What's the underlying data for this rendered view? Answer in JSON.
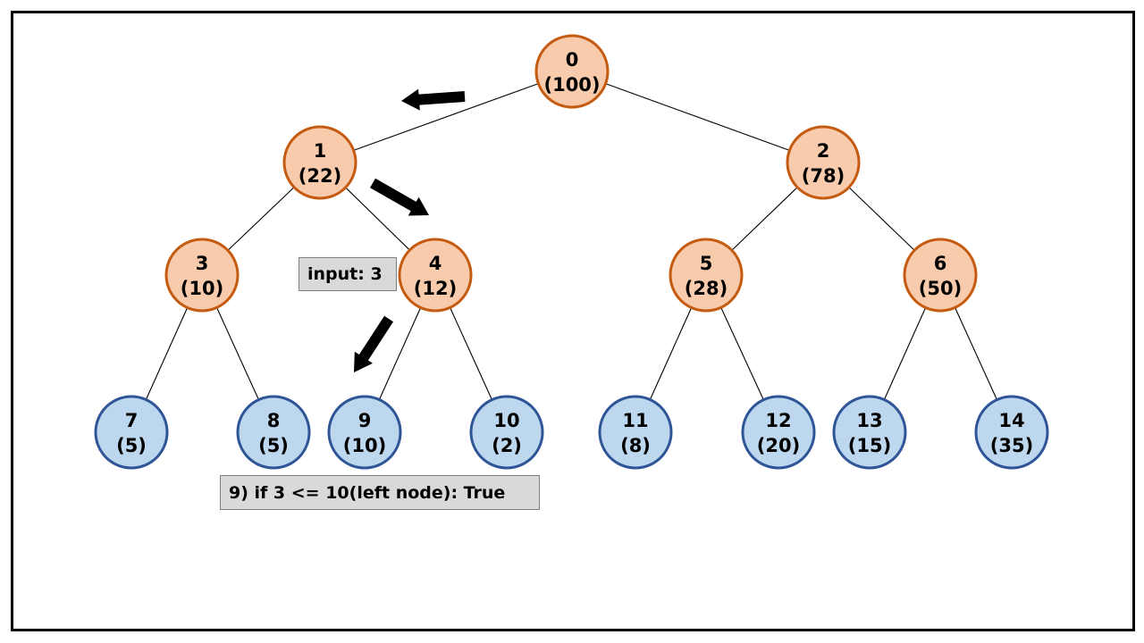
{
  "colors": {
    "internal_fill": "#f8cbad",
    "internal_stroke": "#c55a11",
    "leaf_fill": "#bdd7ee",
    "leaf_stroke": "#2f5597",
    "edge": "#000000",
    "arrow": "#000000",
    "box_fill": "#d9d9d9"
  },
  "nodes": [
    {
      "id": "0",
      "value": "(100)",
      "kind": "internal"
    },
    {
      "id": "1",
      "value": "(22)",
      "kind": "internal"
    },
    {
      "id": "2",
      "value": "(78)",
      "kind": "internal"
    },
    {
      "id": "3",
      "value": "(10)",
      "kind": "internal"
    },
    {
      "id": "4",
      "value": "(12)",
      "kind": "internal"
    },
    {
      "id": "5",
      "value": "(28)",
      "kind": "internal"
    },
    {
      "id": "6",
      "value": "(50)",
      "kind": "internal"
    },
    {
      "id": "7",
      "value": "(5)",
      "kind": "leaf"
    },
    {
      "id": "8",
      "value": "(5)",
      "kind": "leaf"
    },
    {
      "id": "9",
      "value": "(10)",
      "kind": "leaf"
    },
    {
      "id": "10",
      "value": "(2)",
      "kind": "leaf"
    },
    {
      "id": "11",
      "value": "(8)",
      "kind": "leaf"
    },
    {
      "id": "12",
      "value": "(20)",
      "kind": "leaf"
    },
    {
      "id": "13",
      "value": "(15)",
      "kind": "leaf"
    },
    {
      "id": "14",
      "value": "(35)",
      "kind": "leaf"
    }
  ],
  "edges": [
    [
      "0",
      "1"
    ],
    [
      "0",
      "2"
    ],
    [
      "1",
      "3"
    ],
    [
      "1",
      "4"
    ],
    [
      "2",
      "5"
    ],
    [
      "2",
      "6"
    ],
    [
      "3",
      "7"
    ],
    [
      "3",
      "8"
    ],
    [
      "4",
      "9"
    ],
    [
      "4",
      "10"
    ],
    [
      "5",
      "11"
    ],
    [
      "5",
      "12"
    ],
    [
      "6",
      "13"
    ],
    [
      "6",
      "14"
    ]
  ],
  "traversal_arrows": [
    {
      "from_node": "0",
      "toward": "1"
    },
    {
      "from_node": "1",
      "toward": "4"
    },
    {
      "from_node": "4",
      "toward": "9"
    }
  ],
  "input_box": {
    "text": "input: 3"
  },
  "condition_box": {
    "text": "9) if 3 <= 10(left node): True"
  }
}
